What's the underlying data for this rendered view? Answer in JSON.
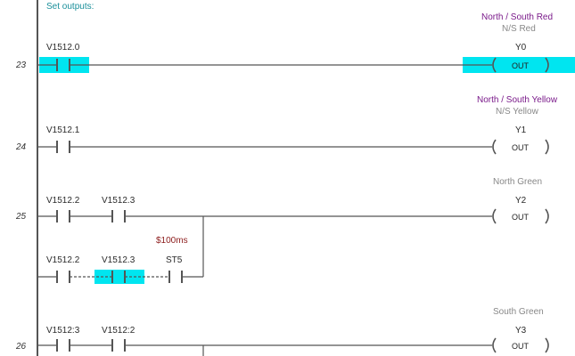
{
  "header_comment": "Set outputs:",
  "rungs": [
    {
      "number": "23",
      "contacts": [
        "V1512.0"
      ],
      "coil": {
        "address": "Y0",
        "type": "OUT",
        "nickname": "N/S Red",
        "comment": "North / South Red"
      }
    },
    {
      "number": "24",
      "contacts": [
        "V1512.1"
      ],
      "coil": {
        "address": "Y1",
        "type": "OUT",
        "nickname": "N/S Yellow",
        "comment": "North / South Yellow"
      }
    },
    {
      "number": "25",
      "contacts": [
        "V1512.2",
        "V1512.3"
      ],
      "branch_contacts": [
        "V1512.2",
        "V1512.3",
        "ST5"
      ],
      "branch_comment": "$100ms",
      "coil": {
        "address": "Y2",
        "type": "OUT",
        "nickname": "North Green"
      }
    },
    {
      "number": "26",
      "contacts": [
        "V1512:3",
        "V1512:2"
      ],
      "coil": {
        "address": "Y3",
        "type": "OUT",
        "nickname": "South Green"
      }
    }
  ],
  "colors": {
    "highlight": "#00e5f0",
    "wire": "#555555",
    "comment_teal": "#1a8f9a",
    "comment_purple": "#7a1a8a",
    "nickname_gray": "#888888",
    "timer_red": "#8b1a1a"
  }
}
